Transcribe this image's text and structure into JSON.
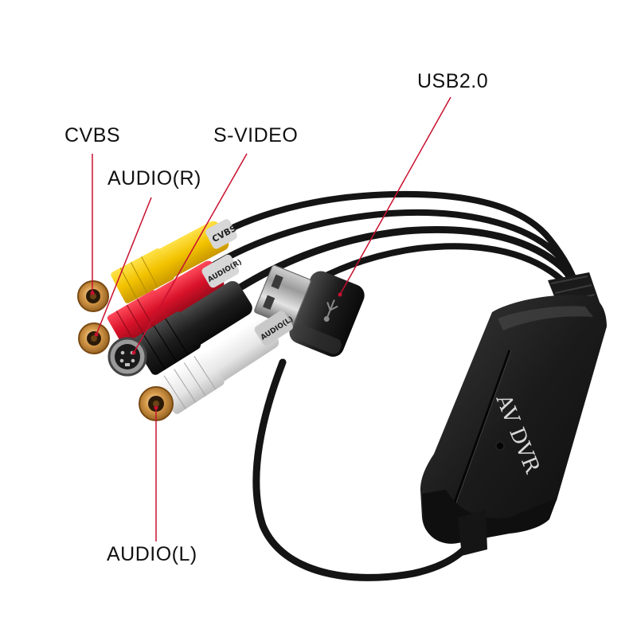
{
  "labels": {
    "cvbs": "CVBS",
    "svideo": "S-VIDEO",
    "audio_r": "AUDIO(R)",
    "usb": "USB2.0",
    "audio_l": "AUDIO(L)"
  },
  "device": {
    "brand_text": "AV DVR"
  },
  "cable_tags": {
    "cvbs": "CVBS",
    "audio_r": "AUDIO(R)",
    "audio_l": "AUDIO(L)"
  },
  "colors": {
    "leader_line": "#c8102e",
    "device_body": "#1c1c1c",
    "cable": "#141414",
    "yellow_plug": "#f2c200",
    "red_plug": "#d8122a",
    "white_plug": "#ececec",
    "gold_jack": "#c98a3a"
  },
  "icons": {
    "usb_symbol": "usb-trident-icon"
  }
}
